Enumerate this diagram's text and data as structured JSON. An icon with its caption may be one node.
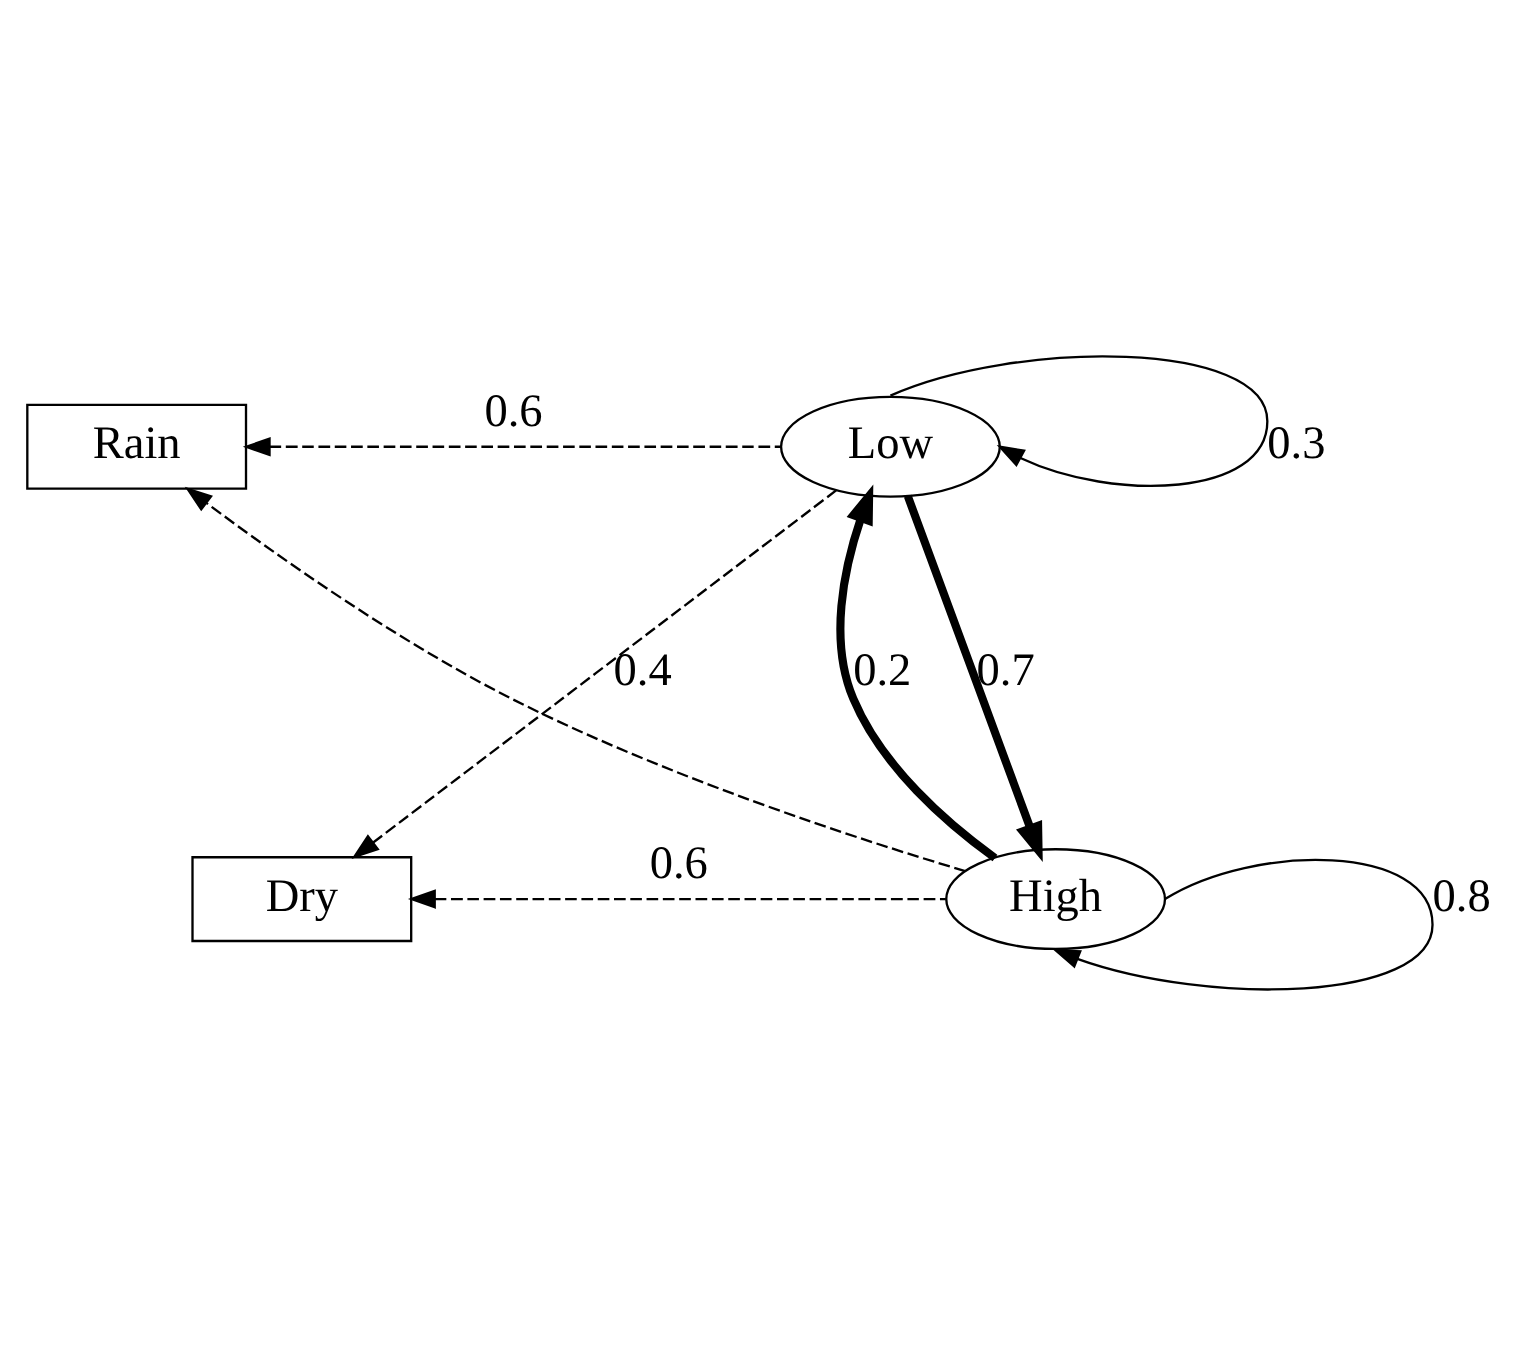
{
  "diagram": {
    "nodes": [
      {
        "text": [
          "Rain"
        ]
      },
      {
        "text": [
          "Low"
        ]
      },
      {
        "text": [
          "Dry"
        ]
      },
      {
        "text": [
          "High"
        ]
      }
    ],
    "edges": [
      {
        "from": 1,
        "to": 1,
        "arrow": "to",
        "label": "0.3"
      },
      {
        "from": 1,
        "to": 0,
        "arrow": "to",
        "label": "0.6",
        "style": "dashed"
      },
      {
        "from": 1,
        "to": 2,
        "arrow": "to",
        "label": "0.4",
        "style": "dashed"
      },
      {
        "from": 3,
        "to": 0,
        "arrow": "to",
        "style": "dashed"
      },
      {
        "from": 3,
        "to": 1,
        "arrow": "to",
        "label": "0.2",
        "style": "thick"
      },
      {
        "from": 1,
        "to": 3,
        "arrow": "to",
        "label": "0.7",
        "style": "thick"
      },
      {
        "from": 3,
        "to": 2,
        "arrow": "to",
        "label": "0.6",
        "style": "dashed"
      },
      {
        "from": 3,
        "to": 3,
        "arrow": "to",
        "label": "0.8"
      }
    ]
  }
}
